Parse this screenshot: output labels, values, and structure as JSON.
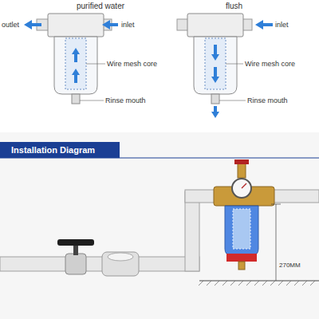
{
  "diagram": {
    "nodes": [
      {
        "text": [
          "Installation Diagram"
        ]
      }
    ],
    "edges": [],
    "labels": [
      "purified water",
      "flush",
      "outlet",
      "inlet",
      "inlet",
      "Wire mesh core",
      "Wire mesh core",
      "Rinse mouth",
      "Rinse mouth",
      "270MM"
    ]
  }
}
